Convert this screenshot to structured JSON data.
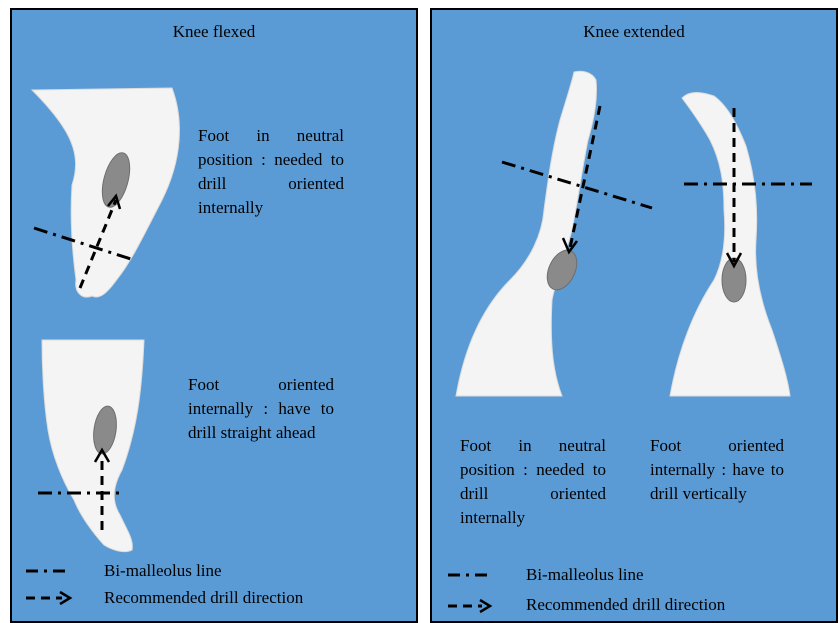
{
  "left_panel": {
    "title": "Knee flexed",
    "caption_top": "Foot in neutral position : needed to drill oriented internally",
    "caption_bottom": "Foot oriented internally : have to drill straight ahead",
    "legend": {
      "line": "Bi-malleolus line",
      "arrow": "Recommended drill direction"
    }
  },
  "right_panel": {
    "title": "Knee extended",
    "caption_left": "Foot in neutral position : needed to drill oriented internally",
    "caption_right": "Foot oriented internally : have to drill vertically",
    "legend": {
      "line": "Bi-malleolus line",
      "arrow": "Recommended drill direction"
    }
  },
  "colors": {
    "panel_background": "#5b9bd5",
    "limb": "#f4f4f4",
    "muscle": "#8a8a8a"
  }
}
